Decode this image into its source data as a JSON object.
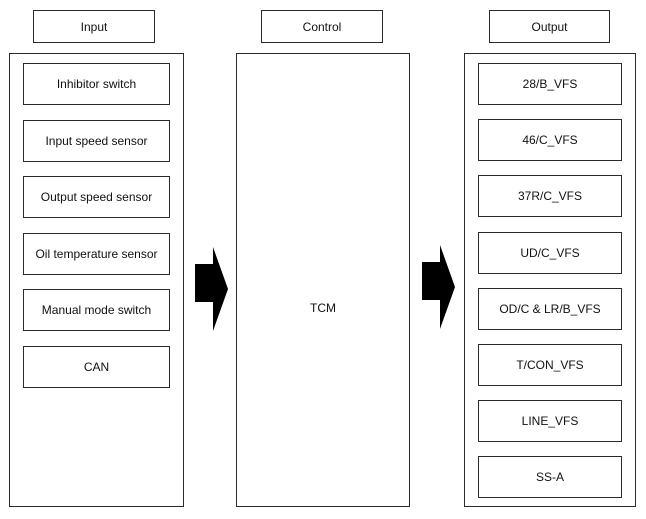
{
  "background": "#ffffff",
  "colors": {
    "box_border": "#2b2b2b",
    "text": "#111111",
    "arrow_fill": "#000000"
  },
  "input": {
    "header": "Input",
    "items": [
      "Inhibitor switch",
      "Input speed sensor",
      "Output speed sensor",
      "Oil temperature sensor",
      "Manual mode switch",
      "CAN"
    ]
  },
  "control": {
    "header": "Control",
    "unit_label": "TCM"
  },
  "output": {
    "header": "Output",
    "items": [
      "28/B_VFS",
      "46/C_VFS",
      "37R/C_VFS",
      "UD/C_VFS",
      "OD/C & LR/B_VFS",
      "T/CON_VFS",
      "LINE_VFS",
      "SS-A"
    ]
  },
  "arrows": {
    "input_to_control": "right-block-arrow",
    "control_to_output": "right-block-arrow"
  }
}
